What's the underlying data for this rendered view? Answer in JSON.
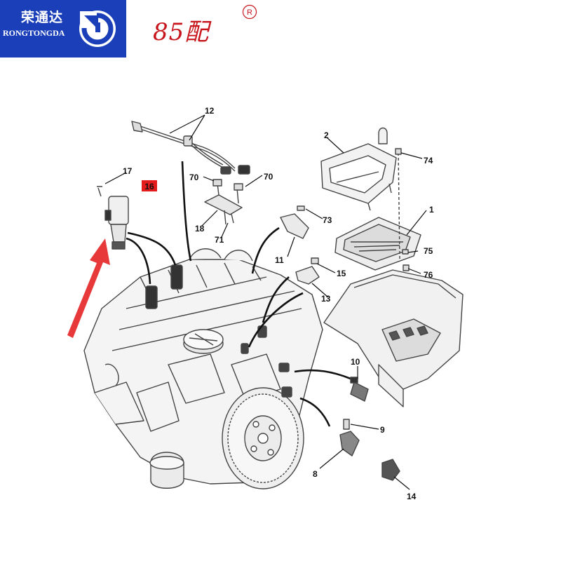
{
  "logo": {
    "cn_name": "荣通达",
    "en_name": "RONGTONGDA",
    "bg_color": "#1a3fb8",
    "icon": "return-arrow-icon"
  },
  "brand": {
    "text": "85配",
    "reg_mark": "R",
    "color": "#c8161d"
  },
  "highlight_color": "#e31b1b",
  "arrow_color": "#e8393a",
  "callouts": [
    {
      "id": "c1",
      "label": "1"
    },
    {
      "id": "c2",
      "label": "2"
    },
    {
      "id": "c8",
      "label": "8"
    },
    {
      "id": "c9",
      "label": "9"
    },
    {
      "id": "c10",
      "label": "10"
    },
    {
      "id": "c11",
      "label": "11"
    },
    {
      "id": "c12",
      "label": "12"
    },
    {
      "id": "c13",
      "label": "13"
    },
    {
      "id": "c14",
      "label": "14"
    },
    {
      "id": "c15",
      "label": "15"
    },
    {
      "id": "c16",
      "label": "16",
      "highlight": true
    },
    {
      "id": "c17",
      "label": "17"
    },
    {
      "id": "c18",
      "label": "18"
    },
    {
      "id": "c70a",
      "label": "70"
    },
    {
      "id": "c70b",
      "label": "70"
    },
    {
      "id": "c71",
      "label": "71"
    },
    {
      "id": "c73",
      "label": "73"
    },
    {
      "id": "c74",
      "label": "74"
    },
    {
      "id": "c75",
      "label": "75"
    },
    {
      "id": "c76",
      "label": "76"
    }
  ]
}
